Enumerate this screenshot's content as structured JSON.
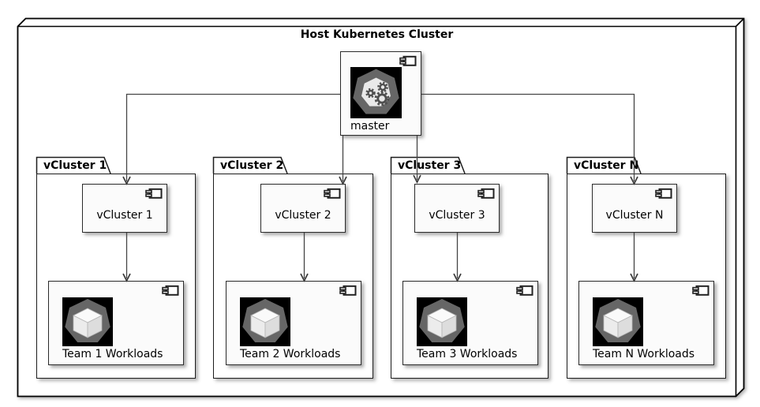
{
  "diagram": {
    "type": "deployment-diagram",
    "title": "Host Kubernetes Cluster",
    "master": {
      "label": "master",
      "icon": "kubernetes-master-icon"
    },
    "clusters": [
      {
        "package_label": "vCluster 1",
        "component_label": "vCluster 1",
        "workload_label": "Team 1 Workloads",
        "workload_icon": "pod-cube-icon"
      },
      {
        "package_label": "vCluster 2",
        "component_label": "vCluster 2",
        "workload_label": "Team 2 Workloads",
        "workload_icon": "pod-cube-icon"
      },
      {
        "package_label": "vCluster 3",
        "component_label": "vCluster 3",
        "workload_label": "Team 3 Workloads",
        "workload_icon": "pod-cube-icon"
      },
      {
        "package_label": "vCluster N",
        "component_label": "vCluster N",
        "workload_label": "Team N Workloads",
        "workload_icon": "pod-cube-icon"
      }
    ],
    "edges": [
      "master -> vCluster 1",
      "master -> vCluster 2",
      "master -> vCluster 3",
      "master -> vCluster N",
      "vCluster 1 -> Team 1 Workloads",
      "vCluster 2 -> Team 2 Workloads",
      "vCluster 3 -> Team 3 Workloads",
      "vCluster N -> Team N Workloads"
    ],
    "colors": {
      "border": "#1c1c1c",
      "component_fill": "#fbfbfb",
      "arrow": "#454545",
      "icon_background": "#000000",
      "icon_heptagon": "#666666",
      "icon_inner": "#e9e9e9"
    }
  }
}
